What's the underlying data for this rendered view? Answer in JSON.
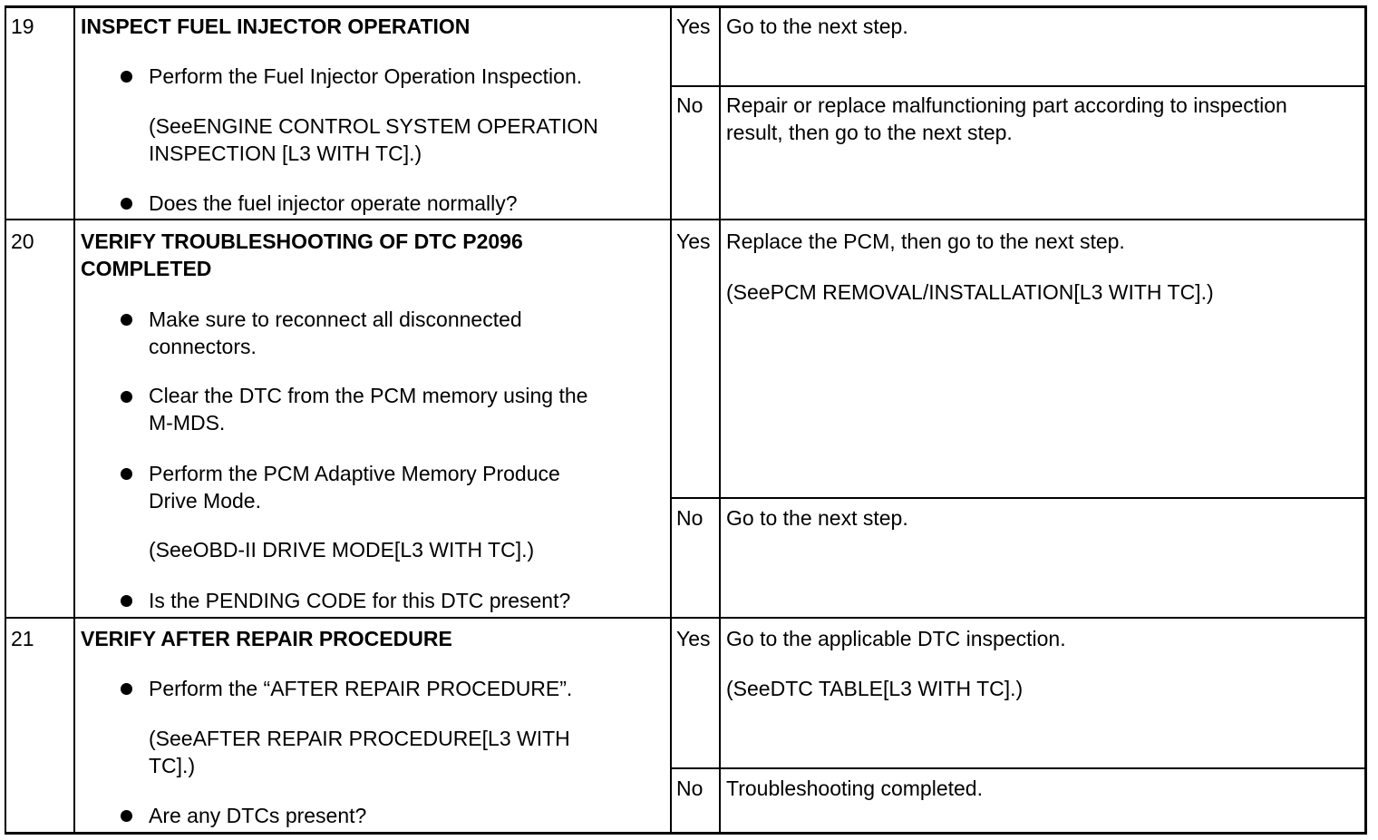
{
  "steps": [
    {
      "num": "19",
      "title": "INSPECT FUEL INJECTOR OPERATION",
      "b1": "Perform the Fuel Injector Operation Inspection.",
      "ref1": "(SeeENGINE CONTROL SYSTEM OPERATION",
      "ref2": "INSPECTION [L3 WITH TC].)",
      "b2": "Does the fuel injector operate normally?",
      "yes_label": "Yes",
      "yes_text": "Go to the next step.",
      "no_label": "No",
      "no_text1": "Repair or replace malfunctioning part according to inspection",
      "no_text2": "result, then go to the next step."
    },
    {
      "num": "20",
      "title1": "VERIFY TROUBLESHOOTING OF DTC P2096",
      "title2": "COMPLETED",
      "b1a": "Make sure to reconnect all disconnected",
      "b1b": "connectors.",
      "b2a": "Clear the DTC from the PCM memory using the",
      "b2b": "M-MDS.",
      "b3a": "Perform the PCM Adaptive Memory Produce",
      "b3b": "Drive Mode.",
      "ref": "(SeeOBD-II DRIVE MODE[L3 WITH TC].)",
      "b4": "Is the PENDING CODE for this DTC present?",
      "yes_label": "Yes",
      "yes_text": "Replace the PCM, then go to the next step.",
      "yes_ref": "(SeePCM REMOVAL/INSTALLATION[L3 WITH TC].)",
      "no_label": "No",
      "no_text": "Go to the next step."
    },
    {
      "num": "21",
      "title": "VERIFY AFTER REPAIR PROCEDURE",
      "b1": "Perform the “AFTER REPAIR PROCEDURE”.",
      "ref1": "(SeeAFTER REPAIR PROCEDURE[L3 WITH",
      "ref2": "TC].)",
      "b2": "Are any DTCs present?",
      "yes_label": "Yes",
      "yes_text": "Go to the applicable DTC inspection.",
      "yes_ref": "(SeeDTC TABLE[L3 WITH TC].)",
      "no_label": "No",
      "no_text": "Troubleshooting completed."
    }
  ]
}
